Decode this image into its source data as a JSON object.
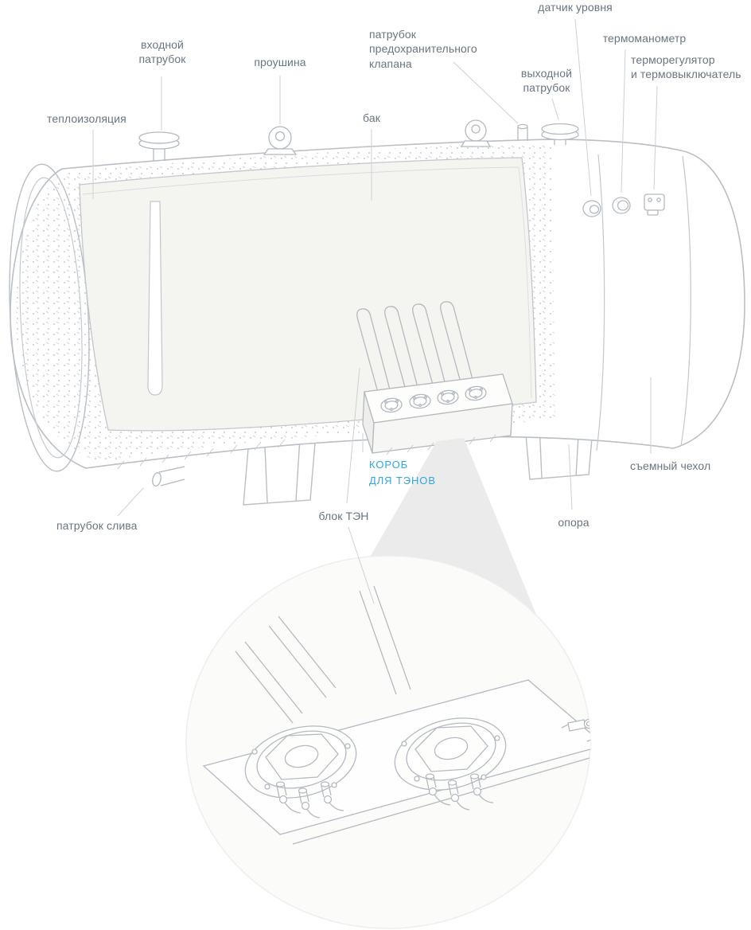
{
  "labels": {
    "level_sensor": "датчик уровня",
    "thermomanometer": "термоманометр",
    "thermostat": "терморегулятор\nи термовыключатель",
    "safety_valve_pipe": "патрубок\nпредохранительного\nклапана",
    "outlet_pipe": "выходной\nпатрубок",
    "inlet_pipe": "входной\nпатрубок",
    "lug": "проушина",
    "tank": "бак",
    "insulation": "теплоизоляция",
    "removable_cover": "съемный чехол",
    "support": "опора",
    "heater_block": "блок ТЭН",
    "heater_box": "КОРОБ\nДЛЯ ТЭНОВ",
    "drain_pipe": "патрубок слива"
  },
  "colors": {
    "line": "#b9bfc5",
    "label_text": "#6a7580",
    "accent": "#2fa7d9",
    "leader": "#cdd1d5",
    "inner_tank_fill": "#f4f4f1"
  }
}
